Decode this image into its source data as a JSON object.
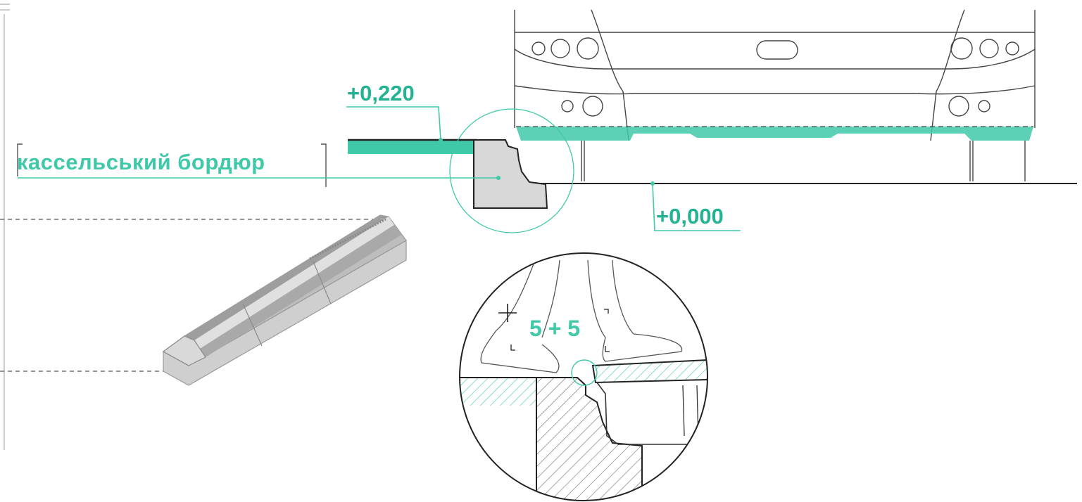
{
  "labels": {
    "curb_name": "кассельський бордюр",
    "level_platform": "+0,220",
    "level_ground": "+0,000",
    "gap": "5 + 5"
  },
  "colors": {
    "accent": "#3fc9a8",
    "accent_dark": "#23b393",
    "line": "#222222",
    "curb_fill": "#d7d7d7",
    "hatch": "#8a8a8a"
  }
}
